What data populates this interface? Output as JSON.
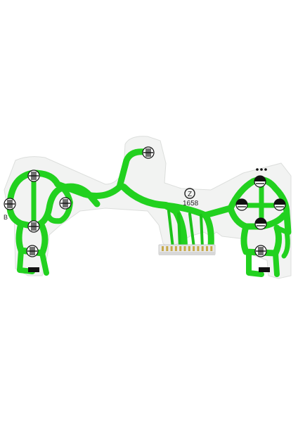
{
  "product": {
    "label_left": "B",
    "part_number": "1658",
    "logo_mark": "Z"
  },
  "colors": {
    "background": "#ffffff",
    "film": "#f2f3f2",
    "trace": "#22d11f",
    "trace_dark": "#15a514",
    "contact": "#111111",
    "connector": "#e8e8e8"
  },
  "icons": [
    "membrane-contact-icon",
    "indicator-dots-icon",
    "ribbon-connector-icon"
  ]
}
